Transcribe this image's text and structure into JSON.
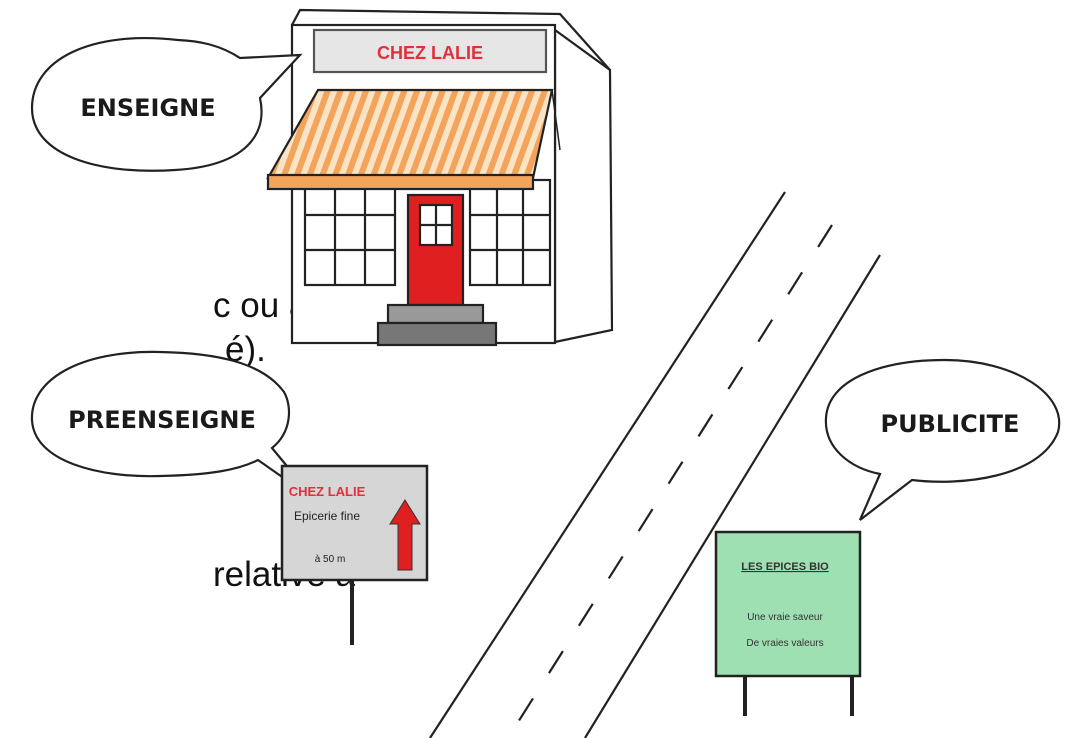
{
  "fragments": {
    "line1": "c ou à attirer",
    "line2": "é).",
    "line3": "relative à"
  },
  "bubbles": {
    "enseigne": "ENSEIGNE",
    "preenseigne": "PREENSEIGNE",
    "publicite": "PUBLICITE"
  },
  "shop": {
    "sign": "CHEZ LALIE"
  },
  "preenseigne_sign": {
    "title": "CHEZ LALIE",
    "line1": "Epicerie fine",
    "line2": "à 50 m"
  },
  "publicite_sign": {
    "title": "LES EPICES BIO",
    "line1": "Une vraie saveur",
    "line2": "De vraies valeurs"
  },
  "colors": {
    "shop_sign_red": "#e0303a",
    "awning_orange": "#f3a35a",
    "door_red": "#e02020",
    "ad_green": "#9fe0b2"
  }
}
